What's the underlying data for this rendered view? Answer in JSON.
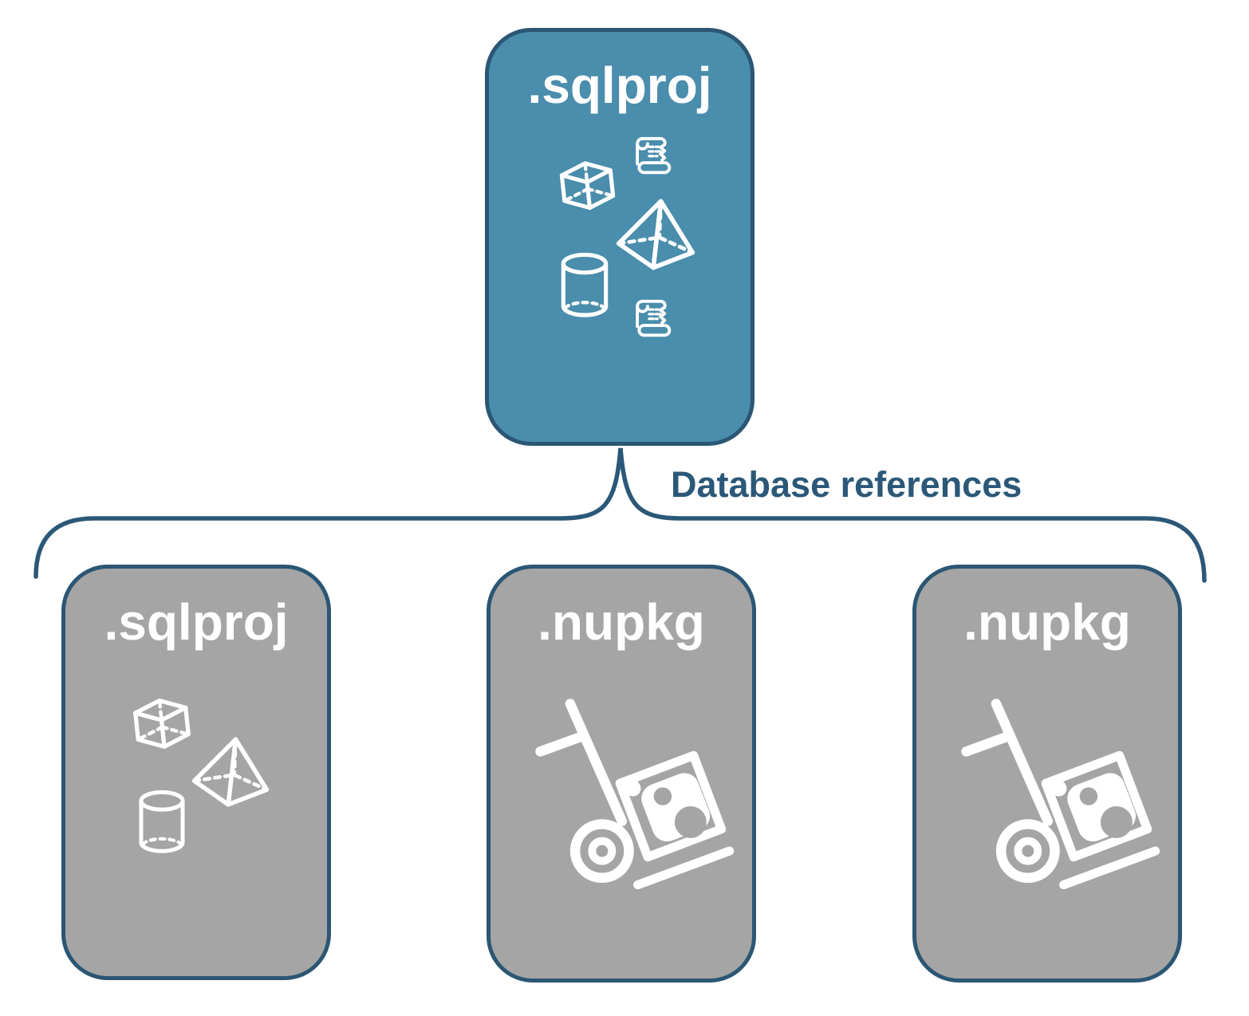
{
  "diagram": {
    "connector_label": "Database references",
    "root_node": {
      "title": ".sqlproj",
      "icons": [
        "scroll-icon",
        "cube-icon",
        "pyramid-icon",
        "cylinder-icon",
        "scroll-icon"
      ]
    },
    "child_nodes": [
      {
        "title": ".sqlproj",
        "icons": [
          "cube-icon",
          "pyramid-icon",
          "cylinder-icon"
        ]
      },
      {
        "title": ".nupkg",
        "icons": [
          "nuget-handtruck-icon"
        ]
      },
      {
        "title": ".nupkg",
        "icons": [
          "nuget-handtruck-icon"
        ]
      }
    ],
    "colors": {
      "root_fill": "#4a8dac",
      "child_fill": "#a5a5a5",
      "node_border": "#2b5674",
      "connector_line": "#2b5878",
      "label_text": "#2b5878",
      "icon_stroke": "#ffffff"
    }
  }
}
